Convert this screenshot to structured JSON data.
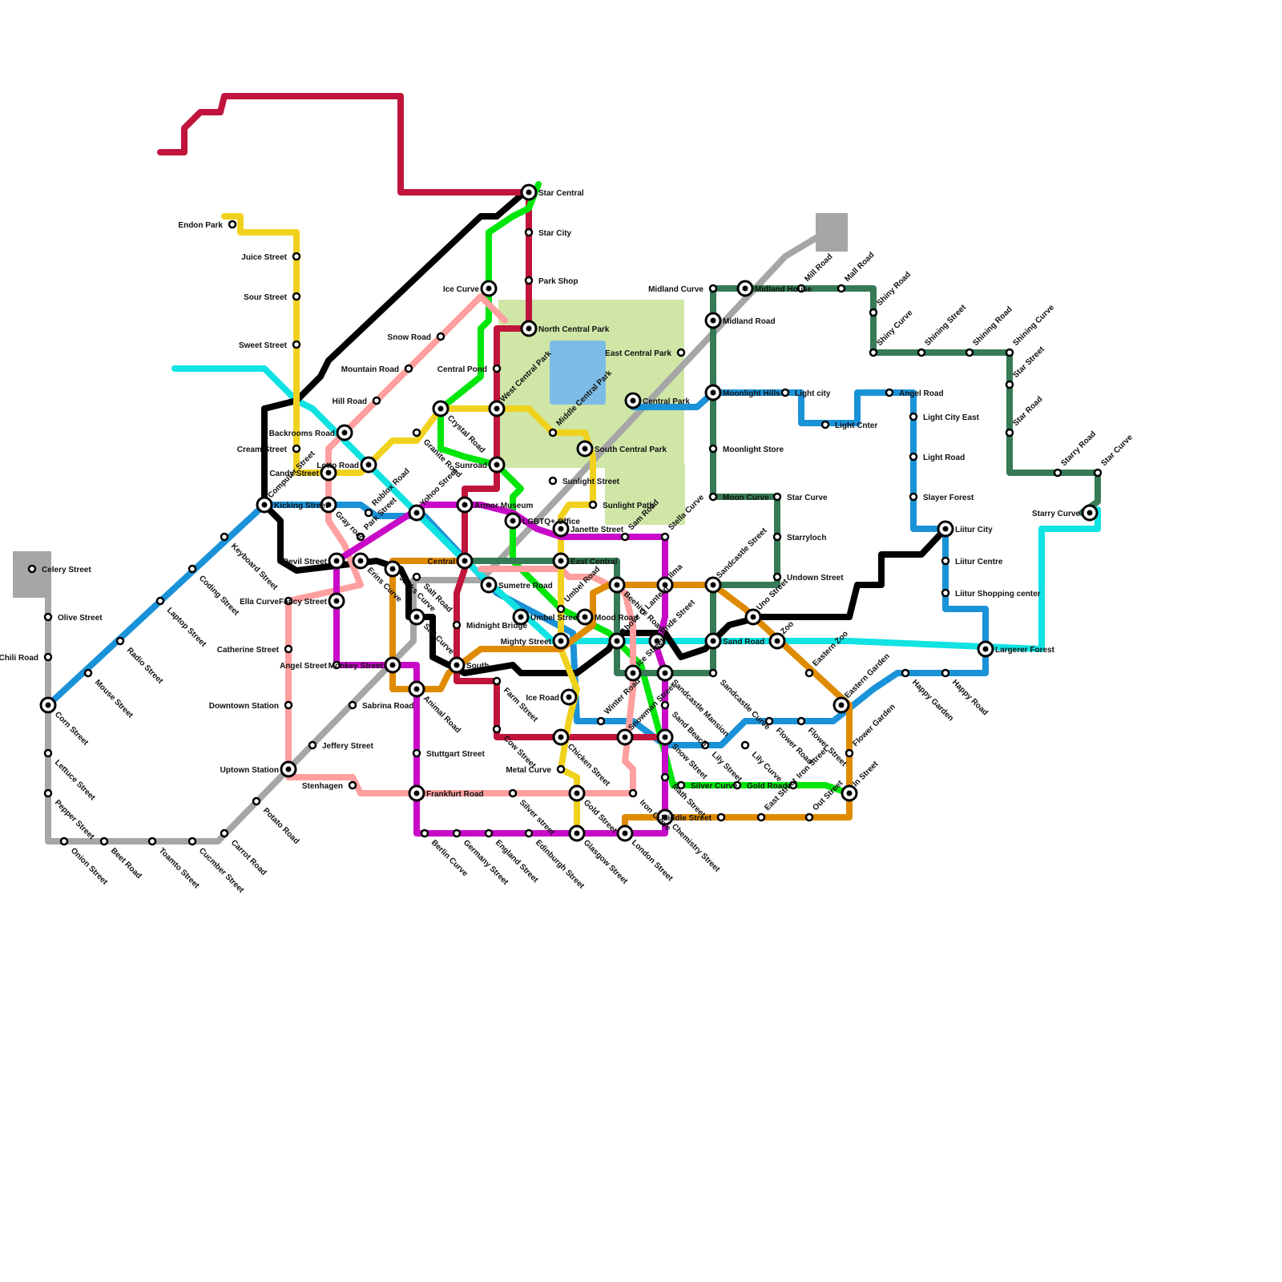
{
  "map": {
    "colors": {
      "crimson": "#c0143c",
      "black": "#000000",
      "green": "#00e60b",
      "pink": "#ff9f9f",
      "yellow": "#f0d21e",
      "cyan": "#11e3e3",
      "blue": "#1a92d8",
      "magenta": "#c80ac8",
      "orange": "#df8b00",
      "forest": "#367a56",
      "gray": "#a6a6a6",
      "park": "#cfe6a7",
      "lake": "#7dbce6"
    },
    "stations": [
      {
        "name": "Star Central",
        "interchange": true
      },
      {
        "name": "Star City"
      },
      {
        "name": "Park Shop"
      },
      {
        "name": "North Central Park",
        "interchange": true
      },
      {
        "name": "Central Pond"
      },
      {
        "name": "Ice Curve",
        "interchange": true
      },
      {
        "name": "Snow Road"
      },
      {
        "name": "Mountain Road"
      },
      {
        "name": "Hill Road"
      },
      {
        "name": "Endon Park"
      },
      {
        "name": "Juice Street"
      },
      {
        "name": "Sour Street"
      },
      {
        "name": "Sweet Street"
      },
      {
        "name": "Backrooms Road",
        "interchange": true
      },
      {
        "name": "Cream Street"
      },
      {
        "name": "Candy Street",
        "interchange": true
      },
      {
        "name": "Lotto Road",
        "interchange": true
      },
      {
        "name": "Granite Road"
      },
      {
        "name": "Crystal Road",
        "interchange": true
      },
      {
        "name": "West Central Park",
        "interchange": true
      },
      {
        "name": "Middle Central Park"
      },
      {
        "name": "Central Park",
        "interchange": true
      },
      {
        "name": "South Central Park",
        "interchange": true
      },
      {
        "name": "Sunlight Street"
      },
      {
        "name": "Sunlight Path"
      },
      {
        "name": "Sunroad",
        "interchange": true
      },
      {
        "name": "Computer Street"
      },
      {
        "name": "Kicking Street",
        "interchange": true
      },
      {
        "name": "Gray road",
        "interchange": true
      },
      {
        "name": "Roblox Road"
      },
      {
        "name": "Yohoo Street",
        "interchange": true
      },
      {
        "name": "Armor Museum",
        "interchange": true
      },
      {
        "name": "LGBTQ+ Office",
        "interchange": true
      },
      {
        "name": "Janette Street",
        "interchange": true
      },
      {
        "name": "Sam Road"
      },
      {
        "name": "Stella Curve"
      },
      {
        "name": "Devil Street",
        "interchange": true
      },
      {
        "name": "Park Street"
      },
      {
        "name": "Erins Curve",
        "interchange": true
      },
      {
        "name": "Jacks Curve",
        "interchange": true
      },
      {
        "name": "Central",
        "interchange": true
      },
      {
        "name": "East Central",
        "interchange": true
      },
      {
        "name": "Sumetre Road",
        "interchange": true
      },
      {
        "name": "Umbel Road"
      },
      {
        "name": "Umbel Street",
        "interchange": true
      },
      {
        "name": "Mood Road",
        "interchange": true
      },
      {
        "name": "Beehive Road",
        "interchange": true
      },
      {
        "name": "Ilma",
        "interchange": true
      },
      {
        "name": "Sandcastle Street",
        "interchange": true
      },
      {
        "name": "Uno Street",
        "interchange": true
      },
      {
        "name": "Undown Street"
      },
      {
        "name": "Starryloch"
      },
      {
        "name": "Star Curve"
      },
      {
        "name": "Moon Curve"
      },
      {
        "name": "Moonlight Store"
      },
      {
        "name": "Moonlight Hills",
        "interchange": true
      },
      {
        "name": "Light city"
      },
      {
        "name": "Light Cnter"
      },
      {
        "name": "Angel Road"
      },
      {
        "name": "Light City East"
      },
      {
        "name": "Light Road"
      },
      {
        "name": "Slayer Forest"
      },
      {
        "name": "Liitur City",
        "interchange": true
      },
      {
        "name": "Liitur Centre"
      },
      {
        "name": "Liitur Shopping center"
      },
      {
        "name": "Largerer Forest",
        "interchange": true
      },
      {
        "name": "Starry Curve",
        "interchange": true
      },
      {
        "name": "Star Curve"
      },
      {
        "name": "Starry Road"
      },
      {
        "name": "Star Road"
      },
      {
        "name": "Star Street"
      },
      {
        "name": "Shining Curve"
      },
      {
        "name": "Shining Road"
      },
      {
        "name": "Shining Street"
      },
      {
        "name": "Shiny Curve"
      },
      {
        "name": "Shiny Road"
      },
      {
        "name": "Mall Road"
      },
      {
        "name": "Mill Road"
      },
      {
        "name": "Midland House",
        "interchange": true
      },
      {
        "name": "Midland Curve"
      },
      {
        "name": "Midland Road",
        "interchange": true
      },
      {
        "name": "East Central Park"
      },
      {
        "name": "Ella Curve"
      },
      {
        "name": "Catherine Street"
      },
      {
        "name": "Downtown Station"
      },
      {
        "name": "Uptown Station",
        "interchange": true
      },
      {
        "name": "Stenhagen"
      },
      {
        "name": "Jeffery Street"
      },
      {
        "name": "Sabrina Road"
      },
      {
        "name": "Potato Road"
      },
      {
        "name": "Carrot Road"
      },
      {
        "name": "Celery Street"
      },
      {
        "name": "Olive Street"
      },
      {
        "name": "Chili Road"
      },
      {
        "name": "Corn Street",
        "interchange": true
      },
      {
        "name": "Lettuce Street"
      },
      {
        "name": "Pepper Street"
      },
      {
        "name": "Onion Street"
      },
      {
        "name": "Beet Road"
      },
      {
        "name": "Toamto Street"
      },
      {
        "name": "Cucmber Street"
      },
      {
        "name": "Keyboard Street"
      },
      {
        "name": "Coding Street"
      },
      {
        "name": "Laptop Street"
      },
      {
        "name": "Radio Street"
      },
      {
        "name": "Mouse Street"
      },
      {
        "name": "Fancy Street",
        "interchange": true
      },
      {
        "name": "Angel Street"
      },
      {
        "name": "Monkey Street",
        "interchange": true
      },
      {
        "name": "Salt Road"
      },
      {
        "name": "Salt Curve",
        "interchange": true
      },
      {
        "name": "Midnight Bridge"
      },
      {
        "name": "South",
        "interchange": true
      },
      {
        "name": "Animal Road",
        "interchange": true
      },
      {
        "name": "Stuttgart Street"
      },
      {
        "name": "Frankfurt Road",
        "interchange": true
      },
      {
        "name": "Berlin Curve"
      },
      {
        "name": "Germany Street"
      },
      {
        "name": "England Street"
      },
      {
        "name": "Edinburgh Street"
      },
      {
        "name": "Glasgow Street",
        "interchange": true
      },
      {
        "name": "London Street",
        "interchange": true
      },
      {
        "name": "Chemistry Street",
        "interchange": true
      },
      {
        "name": "Middle Street"
      },
      {
        "name": "Math Street"
      },
      {
        "name": "Silver street"
      },
      {
        "name": "Gold Street",
        "interchange": true
      },
      {
        "name": "Metal Curve"
      },
      {
        "name": "Chicken Street",
        "interchange": true
      },
      {
        "name": "Ice Road",
        "interchange": true
      },
      {
        "name": "Farm Street"
      },
      {
        "name": "Cow Street"
      },
      {
        "name": "Mighty Street",
        "interchange": true
      },
      {
        "name": "Winter Road"
      },
      {
        "name": "Above O Lantern",
        "interchange": true
      },
      {
        "name": "Ice Street",
        "interchange": true
      },
      {
        "name": "Snowman Street",
        "interchange": true
      },
      {
        "name": "Iron Curve"
      },
      {
        "name": "Pride Street",
        "interchange": true
      },
      {
        "name": "Sandcastle Mansion",
        "interchange": true
      },
      {
        "name": "Sand Beach"
      },
      {
        "name": "Snow Street",
        "interchange": true
      },
      {
        "name": "Sand Road",
        "interchange": true
      },
      {
        "name": "Zoo",
        "interchange": true
      },
      {
        "name": "Sandcastle Curve"
      },
      {
        "name": "Eastern Zoo"
      },
      {
        "name": "Eastern Garden",
        "interchange": true
      },
      {
        "name": "Flower Garden"
      },
      {
        "name": "In Street",
        "interchange": true
      },
      {
        "name": "Out Street"
      },
      {
        "name": "Iron Street"
      },
      {
        "name": "East Street"
      },
      {
        "name": "Flower Street"
      },
      {
        "name": "Flower Road"
      },
      {
        "name": "Lily Curve"
      },
      {
        "name": "Lily Street"
      },
      {
        "name": "Silver Curve"
      },
      {
        "name": "Gold Road"
      },
      {
        "name": "Happy Garden"
      },
      {
        "name": "Happy Road"
      }
    ]
  }
}
